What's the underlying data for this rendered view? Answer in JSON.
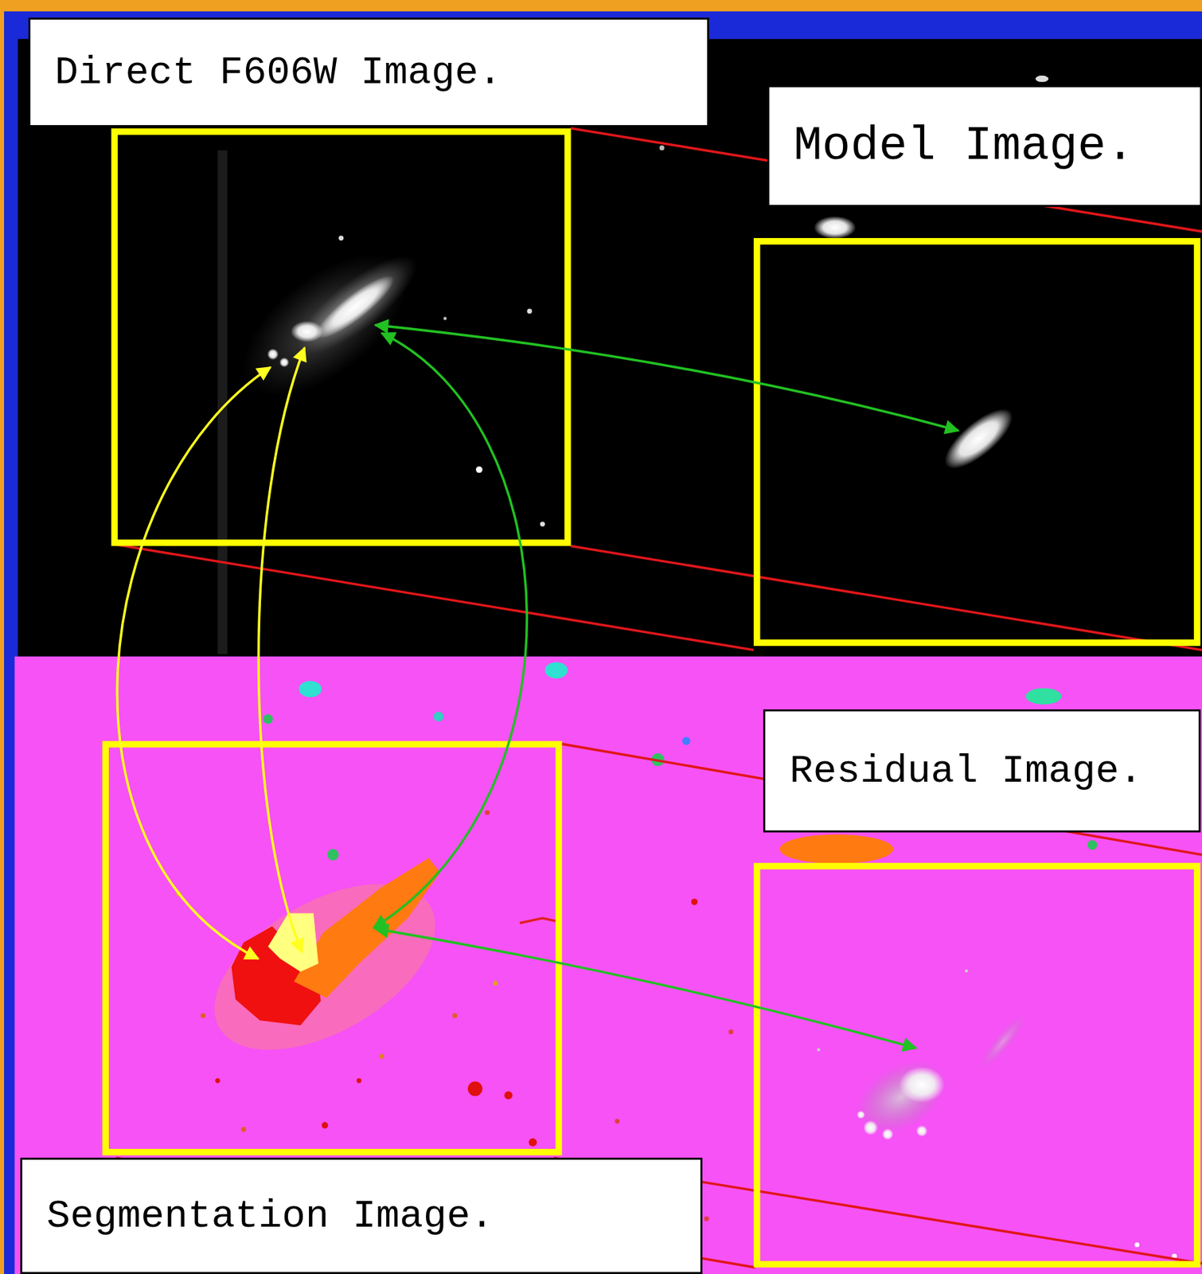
{
  "diagram": {
    "nodes": [
      {
        "text": [
          "Direct F606W Image."
        ]
      },
      {
        "text": [
          "Model Image."
        ]
      },
      {
        "text": [
          "Residual Image."
        ]
      },
      {
        "text": [
          "Segmentation Image."
        ]
      }
    ]
  }
}
